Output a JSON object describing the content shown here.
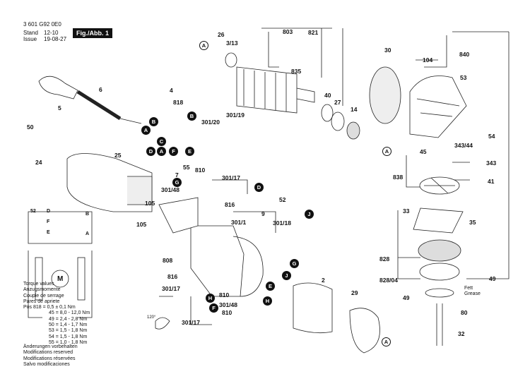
{
  "header": {
    "doc_number": "3 601 G92 0E0",
    "stand_label": "Stand",
    "issue_label": "Issue",
    "stand_value": "12-10",
    "issue_value": "19-08-27",
    "figure_label": "Fig./Abb. 1"
  },
  "torque": {
    "lines": [
      "Torque values",
      "Anzugsmomente",
      "Couple de serrage",
      "Pares de apriete",
      "Pos 818 = 0,5 ± 0,1 Nm",
      "45 = 8,0 - 12,0 Nm",
      "49 = 2,4 - 2,8 Nm",
      "50 = 1,4 - 1,7 Nm",
      "53 = 1,5 - 1,8 Nm",
      "54 = 1,5 - 1,8 Nm",
      "55 = 1,0 - 1,8 Nm"
    ]
  },
  "changes": {
    "lines": [
      "Änderungen vorbehalten",
      "Modifications reserved",
      "Modifications réservées",
      "Salvo modificaciones"
    ]
  },
  "grease": {
    "lines": [
      "Fett",
      "Grease"
    ]
  },
  "angle_label": "120°",
  "wiring": {
    "labels": [
      "52",
      "D",
      "F",
      "E",
      "B",
      "A",
      "M"
    ]
  },
  "part_labels": [
    "26",
    "3/13",
    "803",
    "821",
    "840",
    "835",
    "30",
    "104",
    "53",
    "6",
    "5",
    "4",
    "818",
    "301/19",
    "301/20",
    "50",
    "25",
    "24",
    "40",
    "27",
    "14",
    "54",
    "45",
    "343/44",
    "343",
    "838",
    "41",
    "55",
    "7",
    "810",
    "301/17",
    "301/48",
    "816",
    "105",
    "105",
    "52",
    "9",
    "301/18",
    "301/1",
    "33",
    "35",
    "828",
    "828/04",
    "49",
    "49",
    "80",
    "32",
    "2",
    "29",
    "808",
    "816",
    "301/17",
    "810",
    "301/48",
    "810",
    "301/17"
  ],
  "callouts": [
    "A",
    "B",
    "A",
    "B",
    "C",
    "D",
    "A",
    "F",
    "E",
    "G",
    "D",
    "J",
    "G",
    "J",
    "E",
    "H",
    "H",
    "F",
    "A",
    "A"
  ]
}
